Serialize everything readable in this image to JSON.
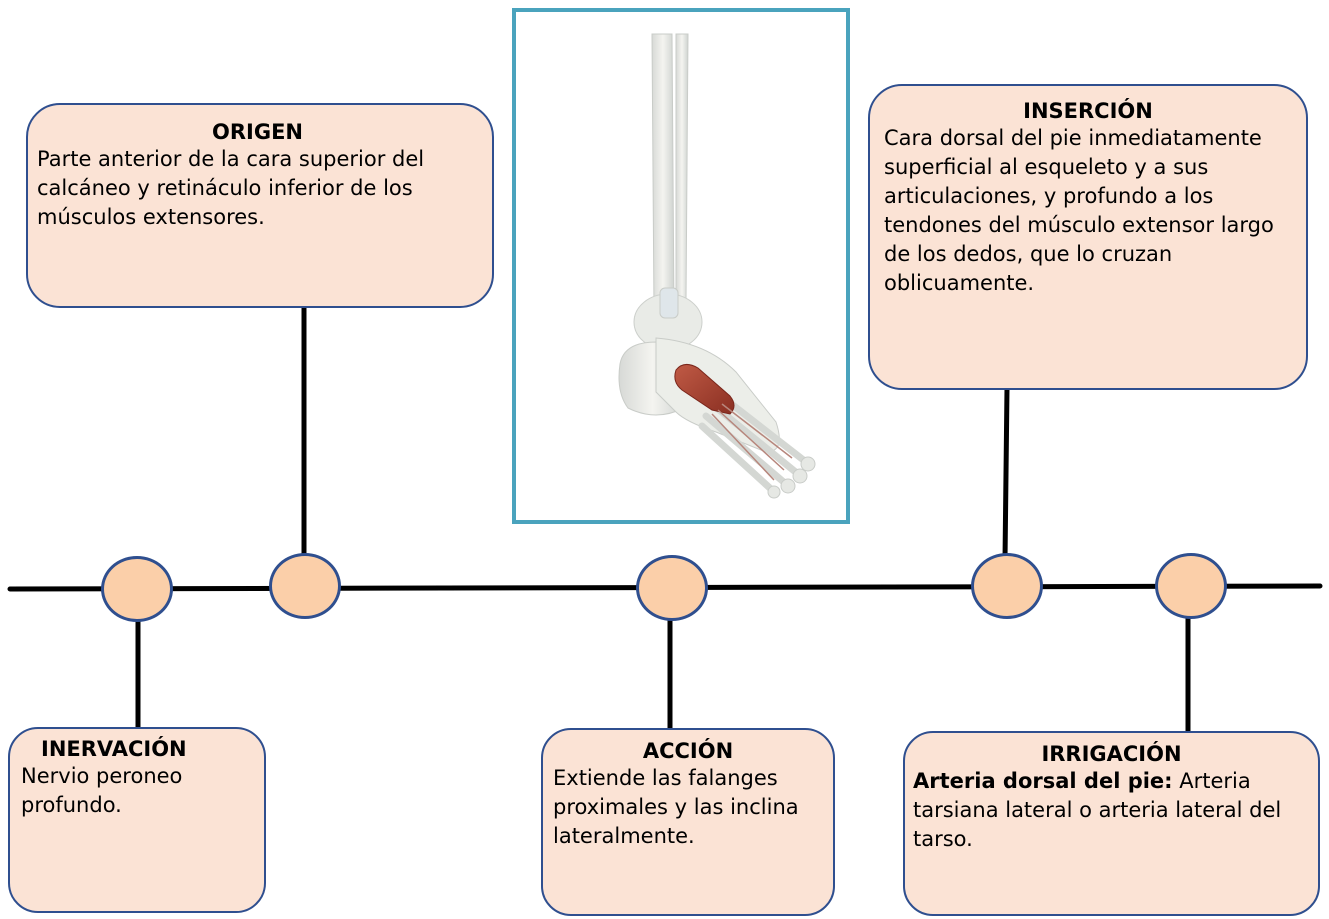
{
  "origen": {
    "title": "ORIGEN",
    "text": "Parte anterior de la cara superior del calcáneo y retináculo inferior de los músculos extensores."
  },
  "insercion": {
    "title": "INSERCIÓN",
    "text": "Cara dorsal del pie inmediatamente superficial al esqueleto y a sus articulaciones, y profundo a los tendones del músculo extensor largo de los dedos, que lo cruzan oblicuamente."
  },
  "inervacion": {
    "title": "INERVACIÓN",
    "text": "Nervio peroneo profundo."
  },
  "accion": {
    "title": "ACCIÓN",
    "text": "Extiende las falanges proximales y las inclina lateralmente."
  },
  "irrigacion": {
    "title": "IRRIGACIÓN",
    "bold_text": "Arteria dorsal del pie:",
    "text": " Arteria tarsiana lateral o arteria lateral del tarso."
  },
  "image": {
    "subject": "foot anatomy illustration with extensor digitorum brevis muscle highlighted"
  },
  "colors": {
    "box_fill": "#fbe3d5",
    "box_border": "#2f4f8f",
    "node_fill": "#fbcfa9",
    "frame_border": "#4aa3bd",
    "muscle": "#a8402e"
  }
}
